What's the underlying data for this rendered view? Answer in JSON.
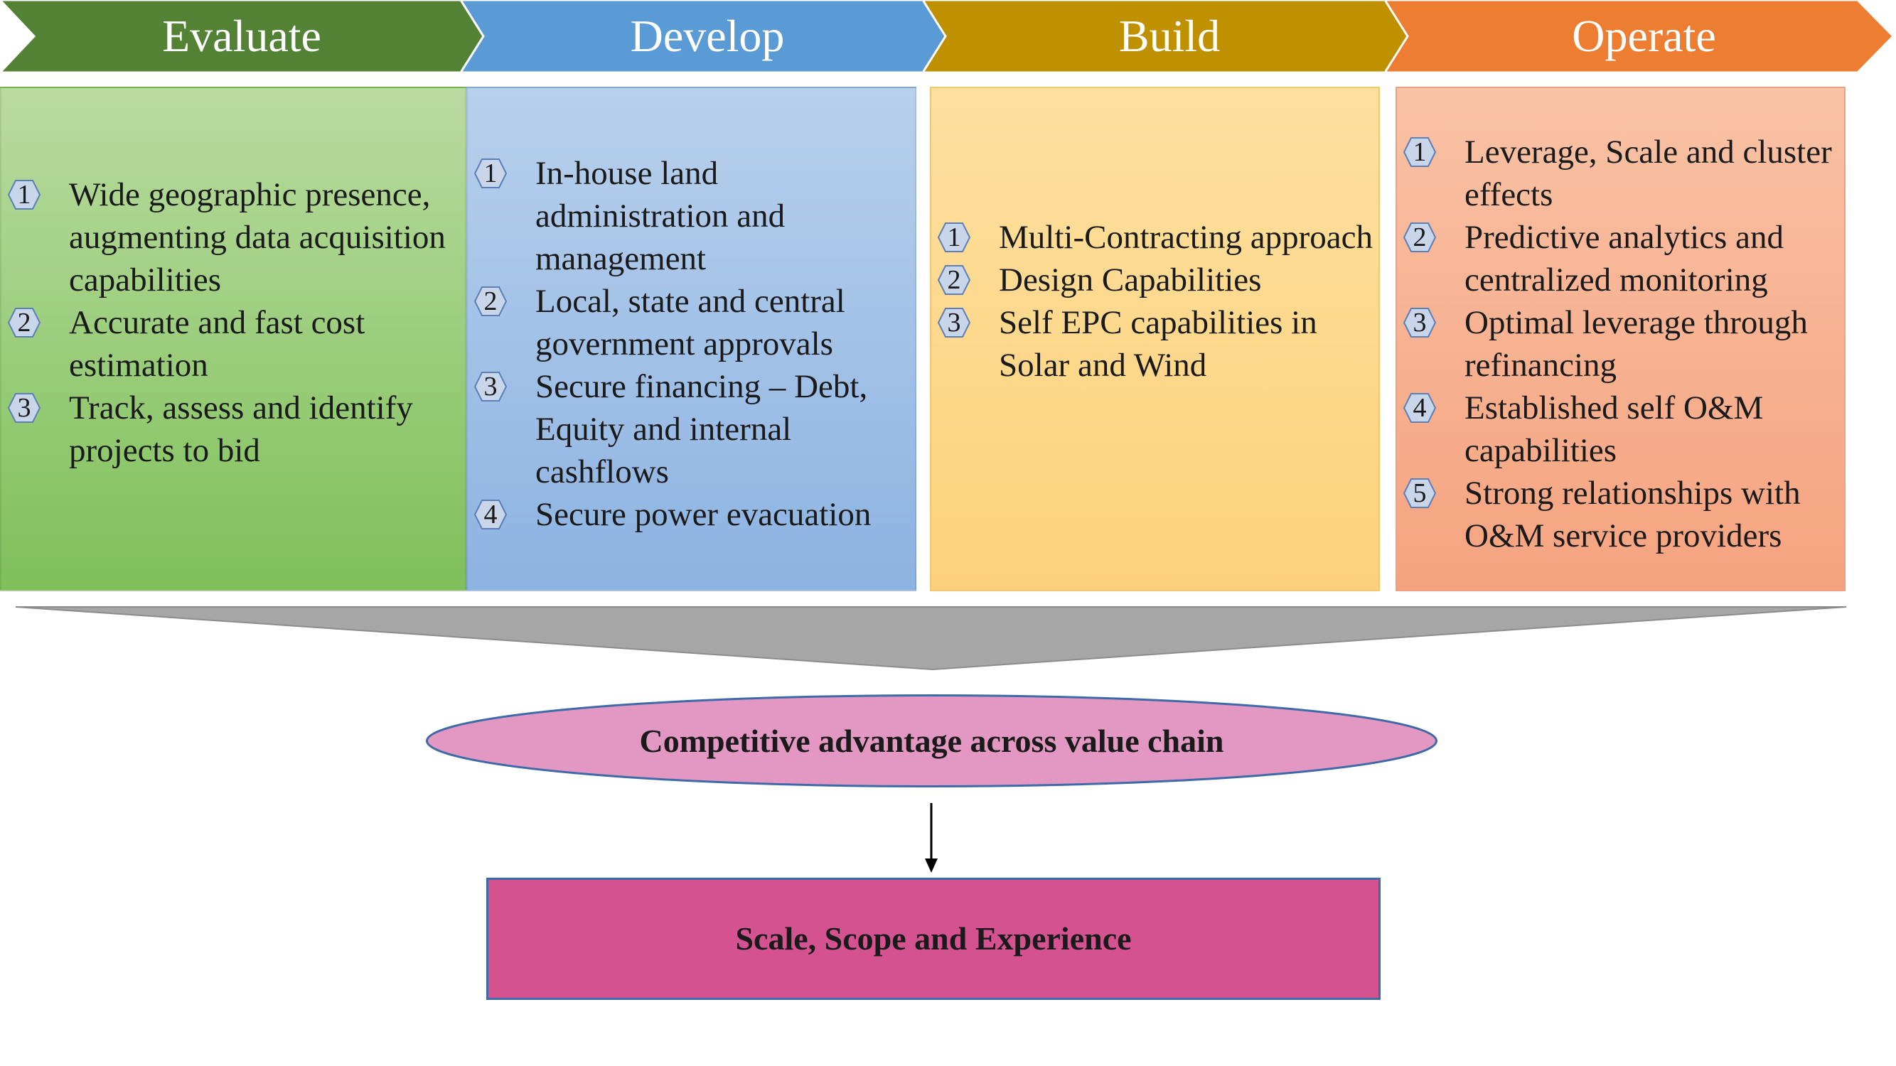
{
  "stages": [
    {
      "name": "Evaluate",
      "color": "#548235",
      "items": [
        "Wide geographic presence, augmenting data acquisition capabilities",
        "Accurate and fast cost estimation",
        "Track, assess and identify projects to bid"
      ]
    },
    {
      "name": "Develop",
      "color": "#5b9bd5",
      "items": [
        "In-house land administration and management",
        "Local, state and central government approvals",
        "Secure financing – Debt, Equity and internal cashflows",
        "Secure power evacuation"
      ]
    },
    {
      "name": "Build",
      "color": "#bf9000",
      "items": [
        "Multi-Contracting approach",
        "Design Capabilities",
        "Self EPC capabilities in Solar and Wind"
      ]
    },
    {
      "name": "Operate",
      "color": "#ed7d31",
      "items": [
        "Leverage, Scale and cluster effects",
        "Predictive analytics and centralized monitoring",
        "Optimal leverage through refinancing",
        "Established self O&M capabilities",
        "Strong relationships with O&M service providers"
      ]
    }
  ],
  "badge_numbers": [
    "1",
    "2",
    "3",
    "4",
    "5"
  ],
  "advantage": "Competitive advantage across value chain",
  "outcome": "Scale, Scope and Experience",
  "colors": {
    "ellipse_fill": "#e397c3",
    "box_fill": "#d4528f",
    "funnel_fill": "#a6a6a6"
  }
}
